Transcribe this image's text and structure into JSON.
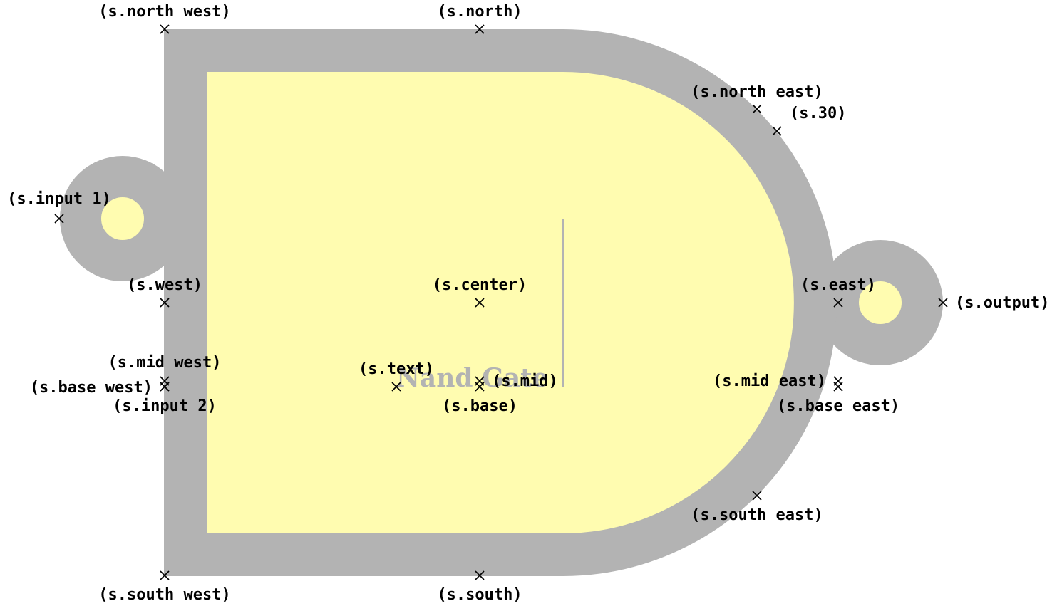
{
  "diagram": {
    "shape_text": "Nand Gate",
    "colors": {
      "stroke": "#b3b3b3",
      "fill": "#fffcb0",
      "text": "#b3b3b3",
      "marker": "#000000"
    },
    "anchors": [
      {
        "id": "north-west",
        "label": "(s.north west)"
      },
      {
        "id": "north",
        "label": "(s.north)"
      },
      {
        "id": "north-east",
        "label": "(s.north east)"
      },
      {
        "id": "angle-30",
        "label": "(s.30)"
      },
      {
        "id": "input-1",
        "label": "(s.input 1)"
      },
      {
        "id": "west",
        "label": "(s.west)"
      },
      {
        "id": "center",
        "label": "(s.center)"
      },
      {
        "id": "east",
        "label": "(s.east)"
      },
      {
        "id": "output",
        "label": "(s.output)"
      },
      {
        "id": "mid-west",
        "label": "(s.mid west)"
      },
      {
        "id": "base-west",
        "label": "(s.base west)"
      },
      {
        "id": "input-2",
        "label": "(s.input 2)"
      },
      {
        "id": "text",
        "label": "(s.text)"
      },
      {
        "id": "mid",
        "label": "(s.mid)"
      },
      {
        "id": "base",
        "label": "(s.base)"
      },
      {
        "id": "mid-east",
        "label": "(s.mid east)"
      },
      {
        "id": "base-east",
        "label": "(s.base east)"
      },
      {
        "id": "south-east",
        "label": "(s.south east)"
      },
      {
        "id": "south-west",
        "label": "(s.south west)"
      },
      {
        "id": "south",
        "label": "(s.south)"
      }
    ]
  }
}
